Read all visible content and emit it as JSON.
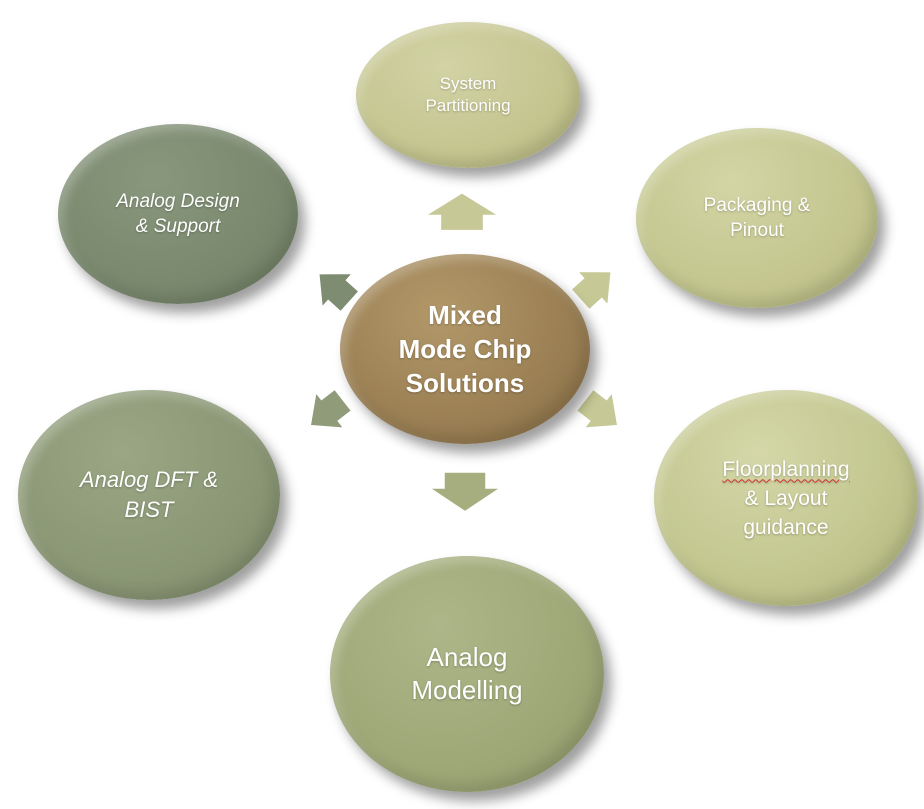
{
  "diagram": {
    "center": {
      "label": "Mixed\nMode Chip\nSolutions"
    },
    "nodes": [
      {
        "id": "system-partitioning",
        "label": "System\nPartitioning"
      },
      {
        "id": "packaging-pinout",
        "label": "Packaging &\nPinout"
      },
      {
        "id": "floorplanning",
        "label_line1": "Floorplanning",
        "label_rest": "& Layout\nguidance"
      },
      {
        "id": "analog-modelling",
        "label": "Analog\nModelling"
      },
      {
        "id": "analog-dft",
        "label": "Analog DFT &\nBIST"
      },
      {
        "id": "analog-design",
        "label": "Analog Design\n& Support"
      }
    ],
    "colors": {
      "center": "#9c8155",
      "light_nodes": "#c4c58f",
      "mid_nodes": "#9ea877",
      "dark_nodes": "#7a896e",
      "arrow_light": "#c6c895",
      "arrow_mid": "#a6ae7f",
      "arrow_dark": "#7e8c72",
      "text": "#ffffff"
    }
  }
}
